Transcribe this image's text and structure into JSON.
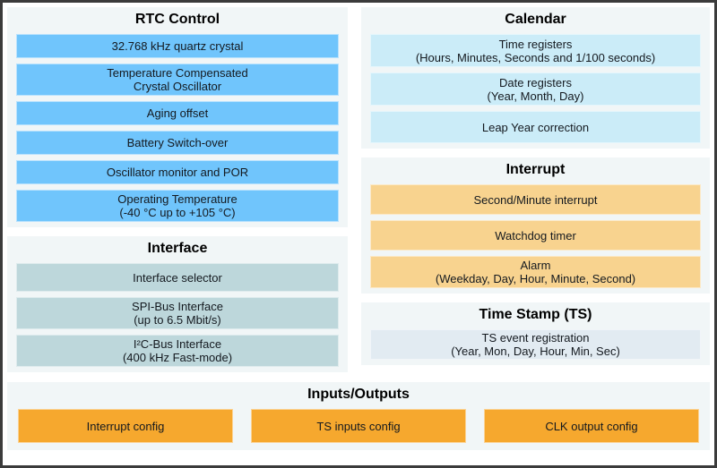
{
  "colors": {
    "border": "#3b3b3b",
    "panel_bg": "#f1f6f7",
    "rtc_block": "#70c5fc",
    "interface_block": "#bdd7db",
    "calendar_block": "#cbecf8",
    "interrupt_block": "#f8d38f",
    "timestamp_block": "#e2ebf2",
    "io_block": "#f6a82e"
  },
  "panels": {
    "rtc": {
      "title": "RTC Control",
      "items": [
        "32.768 kHz quartz crystal",
        "Temperature Compensated\nCrystal Oscillator",
        "Aging offset",
        "Battery Switch-over",
        "Oscillator monitor and POR",
        "Operating Temperature\n(-40 °C up to +105 °C)"
      ]
    },
    "interface": {
      "title": "Interface",
      "items": [
        "Interface selector",
        "SPI-Bus Interface\n(up to 6.5 Mbit/s)",
        "I²C-Bus Interface\n(400 kHz Fast-mode)"
      ]
    },
    "calendar": {
      "title": "Calendar",
      "items": [
        "Time registers\n(Hours, Minutes, Seconds and 1/100 seconds)",
        "Date registers\n(Year, Month, Day)",
        "Leap Year correction"
      ]
    },
    "interrupt": {
      "title": "Interrupt",
      "items": [
        "Second/Minute interrupt",
        "Watchdog timer",
        "Alarm\n(Weekday, Day, Hour, Minute, Second)"
      ]
    },
    "timestamp": {
      "title": "Time Stamp (TS)",
      "items": [
        "TS event registration\n(Year, Mon, Day, Hour, Min, Sec)"
      ]
    },
    "io": {
      "title": "Inputs/Outputs",
      "items": [
        "Interrupt config",
        "TS inputs config",
        "CLK output config"
      ]
    }
  }
}
